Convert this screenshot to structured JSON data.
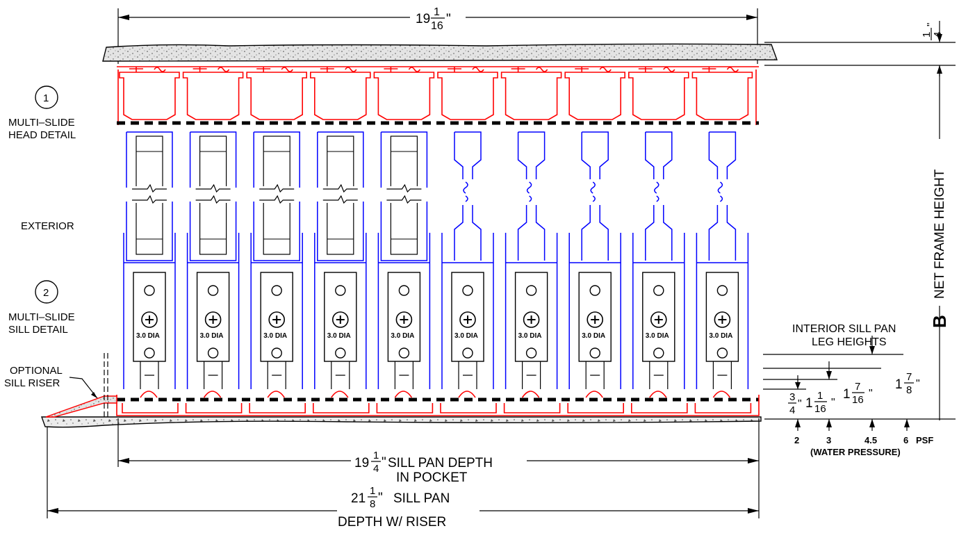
{
  "dimensions": {
    "top_width": {
      "whole": "19",
      "num": "1",
      "den": "16",
      "unit": "\""
    },
    "head_gap": {
      "num": "1",
      "den": "4",
      "unit": "\""
    },
    "sill_pan_depth": {
      "whole": "19",
      "num": "1",
      "den": "4",
      "unit": "\"",
      "text1": "SILL PAN DEPTH",
      "text2": "IN POCKET"
    },
    "sill_pan_riser": {
      "whole": "21",
      "num": "1",
      "den": "8",
      "unit": "\"",
      "text1": "SILL PAN",
      "text2": "DEPTH W/ RISER"
    }
  },
  "labels": {
    "detail1_number": "1",
    "detail1_line1": "MULTI–SLIDE",
    "detail1_line2": "HEAD DETAIL",
    "exterior": "EXTERIOR",
    "detail2_number": "2",
    "detail2_line1": "MULTI–SLIDE",
    "detail2_line2": "SILL DETAIL",
    "riser_line1": "OPTIONAL",
    "riser_line2": "SILL RISER",
    "frame_height_letter": "B",
    "frame_height_text": "NET FRAME HEIGHT",
    "roller_dia": "3.0 DIA"
  },
  "leg_heights": {
    "title1": "INTERIOR SILL PAN",
    "title2": "LEG HEIGHTS",
    "values": [
      {
        "whole": "",
        "num": "3",
        "den": "4"
      },
      {
        "whole": "1",
        "num": "1",
        "den": "16"
      },
      {
        "whole": "1",
        "num": "7",
        "den": "16"
      },
      {
        "whole": "1",
        "num": "7",
        "den": "8"
      }
    ],
    "unit": "\"",
    "pressures": [
      "2",
      "3",
      "4.5",
      "6"
    ],
    "pressure_unit": "PSF",
    "pressure_caption": "(WATER PRESSURE)"
  },
  "colors": {
    "frame": "#ff0000",
    "panel": "#0000ff",
    "line": "#000000",
    "concrete": "#c8c8c8"
  },
  "panels": {
    "glass_count": 5,
    "screen_count": 5
  }
}
